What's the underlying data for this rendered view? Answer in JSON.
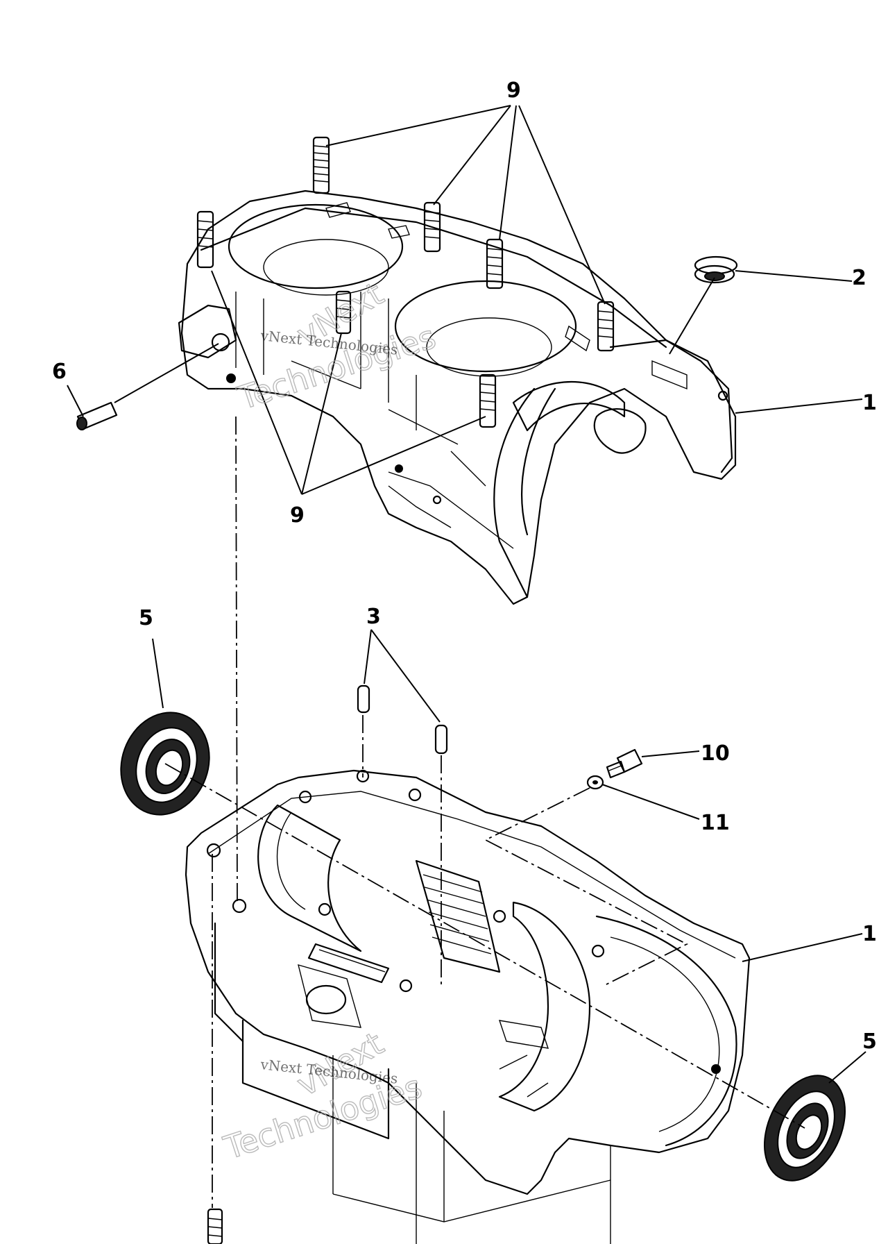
{
  "callouts": {
    "c9_top": "9",
    "c9_bottom": "9",
    "c2": "2",
    "c6": "6",
    "c1_upper": "1",
    "c3": "3",
    "c5_left": "5",
    "c10": "10",
    "c11": "11",
    "c1_lower": "1",
    "c5_right": "5"
  },
  "watermarks": {
    "upper_line": "vNext Technologies",
    "upper_arc_a": "vNext",
    "upper_arc_b": "Technologies",
    "lower_line": "vNext Technologies",
    "lower_arc_a": "vNext",
    "lower_arc_b": "Technologies"
  }
}
